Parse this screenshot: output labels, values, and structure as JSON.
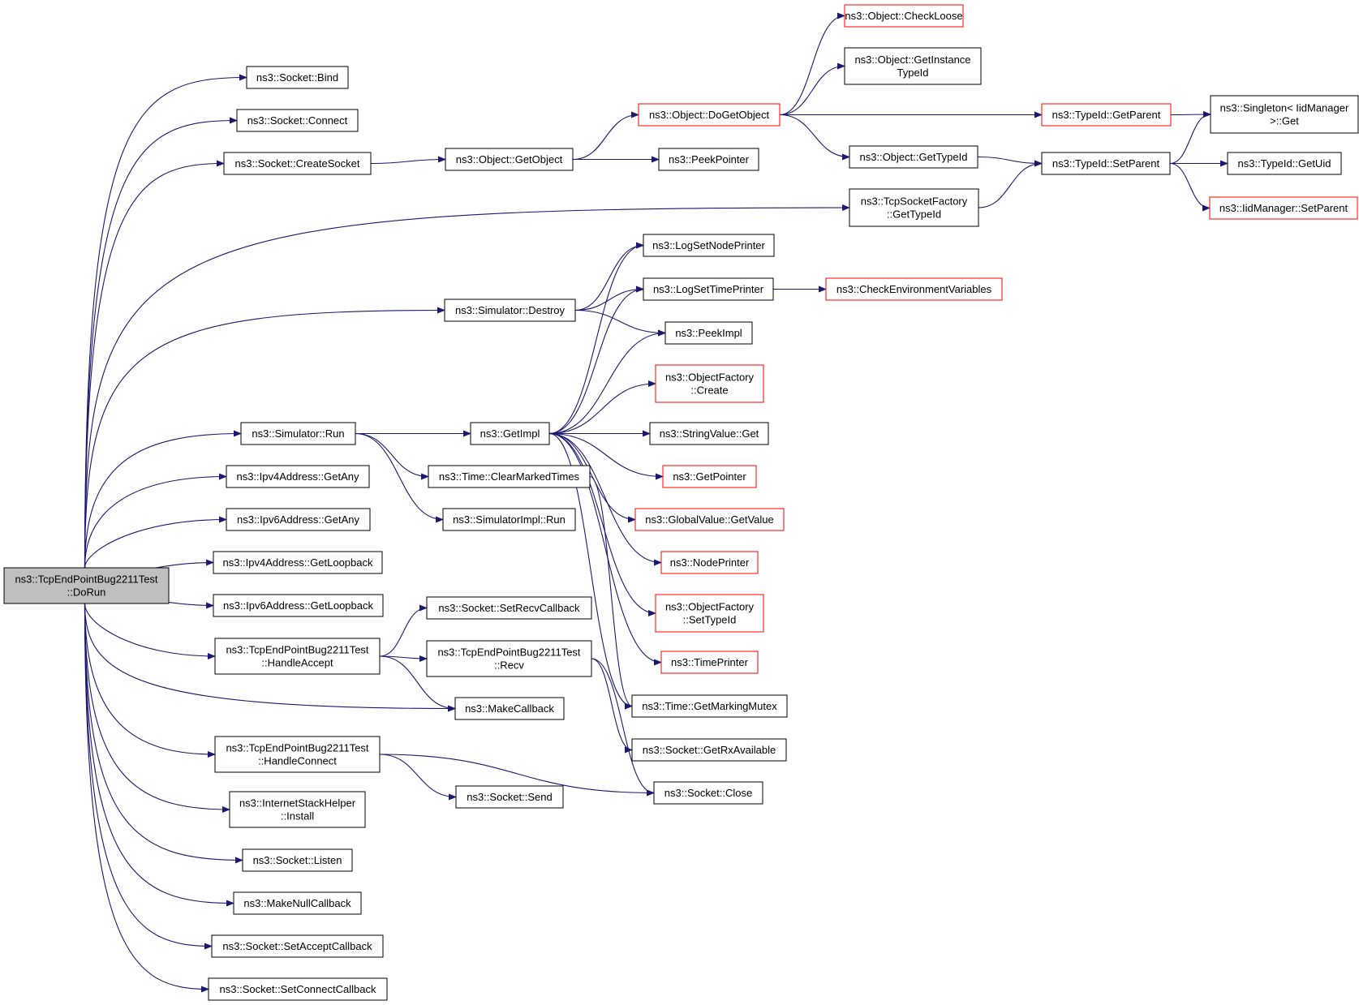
{
  "colors": {
    "edge": "#191970",
    "node_border": "#000000",
    "node_border_incomplete": "#ff0000",
    "root_fill": "#bfbfbf",
    "node_fill": "#ffffff"
  },
  "root": {
    "id": "dorun",
    "lines": [
      "ns3::TcpEndPointBug2211Test",
      "::DoRun"
    ]
  },
  "nodes": [
    {
      "id": "bind",
      "lines": [
        "ns3::Socket::Bind"
      ],
      "incomplete": false
    },
    {
      "id": "connect",
      "lines": [
        "ns3::Socket::Connect"
      ],
      "incomplete": false
    },
    {
      "id": "createsocket",
      "lines": [
        "ns3::Socket::CreateSocket"
      ],
      "incomplete": false
    },
    {
      "id": "getobject",
      "lines": [
        "ns3::Object::GetObject"
      ],
      "incomplete": false
    },
    {
      "id": "dogetobject",
      "lines": [
        "ns3::Object::DoGetObject"
      ],
      "incomplete": true
    },
    {
      "id": "peekpointer",
      "lines": [
        "ns3::PeekPointer"
      ],
      "incomplete": false
    },
    {
      "id": "checkloose",
      "lines": [
        "ns3::Object::CheckLoose"
      ],
      "incomplete": true
    },
    {
      "id": "getinstancetypeid",
      "lines": [
        "ns3::Object::GetInstance",
        "TypeId"
      ],
      "incomplete": false
    },
    {
      "id": "object_gettypeid",
      "lines": [
        "ns3::Object::GetTypeId"
      ],
      "incomplete": false
    },
    {
      "id": "typeid_getparent",
      "lines": [
        "ns3::TypeId::GetParent"
      ],
      "incomplete": true
    },
    {
      "id": "typeid_setparent",
      "lines": [
        "ns3::TypeId::SetParent"
      ],
      "incomplete": false
    },
    {
      "id": "singleton_get",
      "lines": [
        "ns3::Singleton< IidManager",
        " >::Get"
      ],
      "incomplete": false
    },
    {
      "id": "typeid_getuid",
      "lines": [
        "ns3::TypeId::GetUid"
      ],
      "incomplete": false
    },
    {
      "id": "iidmanager_setparent",
      "lines": [
        "ns3::IidManager::SetParent"
      ],
      "incomplete": true
    },
    {
      "id": "tcpsocketfactory_gettypeid",
      "lines": [
        "ns3::TcpSocketFactory",
        "::GetTypeId"
      ],
      "incomplete": false
    },
    {
      "id": "simulator_destroy",
      "lines": [
        "ns3::Simulator::Destroy"
      ],
      "incomplete": false
    },
    {
      "id": "logsetnodeprinter",
      "lines": [
        "ns3::LogSetNodePrinter"
      ],
      "incomplete": false
    },
    {
      "id": "logsettimeprinter",
      "lines": [
        "ns3::LogSetTimePrinter"
      ],
      "incomplete": false
    },
    {
      "id": "checkenvvars",
      "lines": [
        "ns3::CheckEnvironmentVariables"
      ],
      "incomplete": true
    },
    {
      "id": "peekimpl",
      "lines": [
        "ns3::PeekImpl"
      ],
      "incomplete": false
    },
    {
      "id": "objectfactory_create",
      "lines": [
        "ns3::ObjectFactory",
        "::Create"
      ],
      "incomplete": true
    },
    {
      "id": "simulator_run",
      "lines": [
        "ns3::Simulator::Run"
      ],
      "incomplete": false
    },
    {
      "id": "getimpl",
      "lines": [
        "ns3::GetImpl"
      ],
      "incomplete": false
    },
    {
      "id": "stringvalue_get",
      "lines": [
        "ns3::StringValue::Get"
      ],
      "incomplete": false
    },
    {
      "id": "getpointer",
      "lines": [
        "ns3::GetPointer"
      ],
      "incomplete": true
    },
    {
      "id": "globalvalue_getvalue",
      "lines": [
        "ns3::GlobalValue::GetValue"
      ],
      "incomplete": true
    },
    {
      "id": "nodeprinter",
      "lines": [
        "ns3::NodePrinter"
      ],
      "incomplete": true
    },
    {
      "id": "objectfactory_settypeid",
      "lines": [
        "ns3::ObjectFactory",
        "::SetTypeId"
      ],
      "incomplete": true
    },
    {
      "id": "timeprinter",
      "lines": [
        "ns3::TimePrinter"
      ],
      "incomplete": true
    },
    {
      "id": "time_getmarkingmutex",
      "lines": [
        "ns3::Time::GetMarkingMutex"
      ],
      "incomplete": false
    },
    {
      "id": "clearmarkedtimes",
      "lines": [
        "ns3::Time::ClearMarkedTimes"
      ],
      "incomplete": false
    },
    {
      "id": "simulatorimpl_run",
      "lines": [
        "ns3::SimulatorImpl::Run"
      ],
      "incomplete": false
    },
    {
      "id": "ipv4_getany",
      "lines": [
        "ns3::Ipv4Address::GetAny"
      ],
      "incomplete": false
    },
    {
      "id": "ipv6_getany",
      "lines": [
        "ns3::Ipv6Address::GetAny"
      ],
      "incomplete": false
    },
    {
      "id": "ipv4_getloopback",
      "lines": [
        "ns3::Ipv4Address::GetLoopback"
      ],
      "incomplete": false
    },
    {
      "id": "ipv6_getloopback",
      "lines": [
        "ns3::Ipv6Address::GetLoopback"
      ],
      "incomplete": false
    },
    {
      "id": "handleaccept",
      "lines": [
        "ns3::TcpEndPointBug2211Test",
        "::HandleAccept"
      ],
      "incomplete": false
    },
    {
      "id": "setrecvcallback",
      "lines": [
        "ns3::Socket::SetRecvCallback"
      ],
      "incomplete": false
    },
    {
      "id": "recv",
      "lines": [
        "ns3::TcpEndPointBug2211Test",
        "::Recv"
      ],
      "incomplete": false
    },
    {
      "id": "makecallback",
      "lines": [
        "ns3::MakeCallback"
      ],
      "incomplete": false
    },
    {
      "id": "getrxavailable",
      "lines": [
        "ns3::Socket::GetRxAvailable"
      ],
      "incomplete": false
    },
    {
      "id": "handleconnect",
      "lines": [
        "ns3::TcpEndPointBug2211Test",
        "::HandleConnect"
      ],
      "incomplete": false
    },
    {
      "id": "socket_close",
      "lines": [
        "ns3::Socket::Close"
      ],
      "incomplete": false
    },
    {
      "id": "socket_send",
      "lines": [
        "ns3::Socket::Send"
      ],
      "incomplete": false
    },
    {
      "id": "internetstackhelper_install",
      "lines": [
        "ns3::InternetStackHelper",
        "::Install"
      ],
      "incomplete": false
    },
    {
      "id": "socket_listen",
      "lines": [
        "ns3::Socket::Listen"
      ],
      "incomplete": false
    },
    {
      "id": "makenullcallback",
      "lines": [
        "ns3::MakeNullCallback"
      ],
      "incomplete": false
    },
    {
      "id": "setacceptcallback",
      "lines": [
        "ns3::Socket::SetAcceptCallback"
      ],
      "incomplete": false
    },
    {
      "id": "setconnectcallback",
      "lines": [
        "ns3::Socket::SetConnectCallback"
      ],
      "incomplete": false
    }
  ],
  "edges": [
    [
      "dorun",
      "bind"
    ],
    [
      "dorun",
      "connect"
    ],
    [
      "dorun",
      "createsocket"
    ],
    [
      "dorun",
      "tcpsocketfactory_gettypeid"
    ],
    [
      "dorun",
      "simulator_destroy"
    ],
    [
      "dorun",
      "simulator_run"
    ],
    [
      "dorun",
      "ipv4_getany"
    ],
    [
      "dorun",
      "ipv6_getany"
    ],
    [
      "dorun",
      "ipv4_getloopback"
    ],
    [
      "dorun",
      "ipv6_getloopback"
    ],
    [
      "dorun",
      "handleaccept"
    ],
    [
      "dorun",
      "makecallback"
    ],
    [
      "dorun",
      "handleconnect"
    ],
    [
      "dorun",
      "internetstackhelper_install"
    ],
    [
      "dorun",
      "socket_listen"
    ],
    [
      "dorun",
      "makenullcallback"
    ],
    [
      "dorun",
      "setacceptcallback"
    ],
    [
      "dorun",
      "setconnectcallback"
    ],
    [
      "createsocket",
      "getobject"
    ],
    [
      "getobject",
      "dogetobject"
    ],
    [
      "getobject",
      "peekpointer"
    ],
    [
      "dogetobject",
      "checkloose"
    ],
    [
      "dogetobject",
      "getinstancetypeid"
    ],
    [
      "dogetobject",
      "typeid_getparent"
    ],
    [
      "dogetobject",
      "object_gettypeid"
    ],
    [
      "typeid_getparent",
      "singleton_get"
    ],
    [
      "object_gettypeid",
      "typeid_setparent"
    ],
    [
      "typeid_setparent",
      "singleton_get"
    ],
    [
      "typeid_setparent",
      "typeid_getuid"
    ],
    [
      "typeid_setparent",
      "iidmanager_setparent"
    ],
    [
      "tcpsocketfactory_gettypeid",
      "typeid_setparent"
    ],
    [
      "simulator_destroy",
      "logsetnodeprinter"
    ],
    [
      "simulator_destroy",
      "logsettimeprinter"
    ],
    [
      "simulator_destroy",
      "peekimpl"
    ],
    [
      "logsettimeprinter",
      "checkenvvars"
    ],
    [
      "simulator_run",
      "getimpl"
    ],
    [
      "simulator_run",
      "clearmarkedtimes"
    ],
    [
      "simulator_run",
      "simulatorimpl_run"
    ],
    [
      "getimpl",
      "logsetnodeprinter"
    ],
    [
      "getimpl",
      "logsettimeprinter"
    ],
    [
      "getimpl",
      "peekimpl"
    ],
    [
      "getimpl",
      "objectfactory_create"
    ],
    [
      "getimpl",
      "stringvalue_get"
    ],
    [
      "getimpl",
      "getpointer"
    ],
    [
      "getimpl",
      "globalvalue_getvalue"
    ],
    [
      "getimpl",
      "nodeprinter"
    ],
    [
      "getimpl",
      "objectfactory_settypeid"
    ],
    [
      "getimpl",
      "timeprinter"
    ],
    [
      "getimpl",
      "time_getmarkingmutex"
    ],
    [
      "clearmarkedtimes",
      "time_getmarkingmutex"
    ],
    [
      "handleaccept",
      "setrecvcallback"
    ],
    [
      "handleaccept",
      "recv"
    ],
    [
      "handleaccept",
      "makecallback"
    ],
    [
      "recv",
      "getrxavailable"
    ],
    [
      "recv",
      "socket_close"
    ],
    [
      "handleconnect",
      "socket_close"
    ],
    [
      "handleconnect",
      "socket_send"
    ]
  ]
}
